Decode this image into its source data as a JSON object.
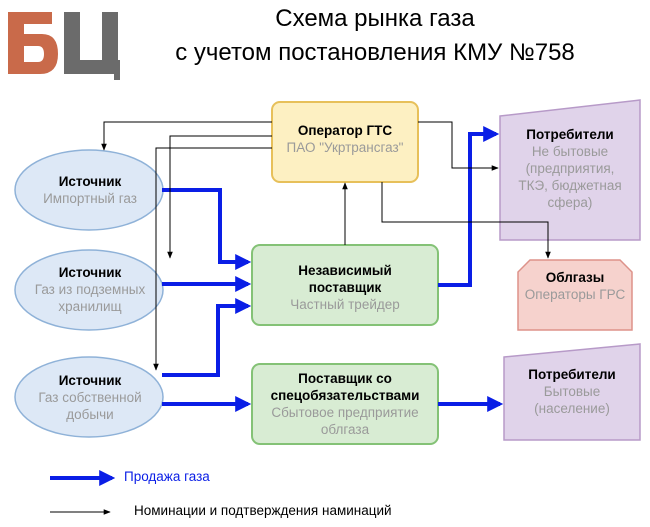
{
  "logo": {
    "text": "БЦ",
    "color": "#c96a4a"
  },
  "title": {
    "line1": "Схема рынка газа",
    "line2": "с учетом постановления КМУ №758"
  },
  "nodes": {
    "operator": {
      "title": "Оператор ГТС",
      "subtitle": "ПАО \"Укртрансгаз\""
    },
    "import": {
      "title": "Источник",
      "subtitle": "Импортный газ"
    },
    "storage": {
      "title": "Источник",
      "subtitle": "Газ из подземных хранилищ"
    },
    "own": {
      "title": "Источник",
      "subtitle": "Газ собственной добычи"
    },
    "independent": {
      "title": "Независимый поставщик",
      "subtitle": "Частный трейдер"
    },
    "special": {
      "title": "Поставщик со спецобязательствами",
      "subtitle": "Сбытовое предприятие облгаза"
    },
    "consumers_nonres": {
      "title": "Потребители",
      "subtitle": "Не бытовые (предприятия, ТКЭ, бюджетная сфера)"
    },
    "oblgas": {
      "title": "Облгазы",
      "subtitle": "Операторы ГРС"
    },
    "consumers_res": {
      "title": "Потребители",
      "subtitle": "Бытовые (население)"
    }
  },
  "legend": {
    "sales": "Продажа газа",
    "nominations": "Номинации и подтверждения наминаций"
  },
  "colors": {
    "blue_arrow": "#0a1ee6",
    "black_arrow": "#000000",
    "operator_fill": "#fdf0c2",
    "source_fill": "#dde8f6",
    "supplier_fill": "#d8ecd3",
    "consumer_fill": "#e0d3ea",
    "oblgas_fill": "#f6d2cd"
  }
}
